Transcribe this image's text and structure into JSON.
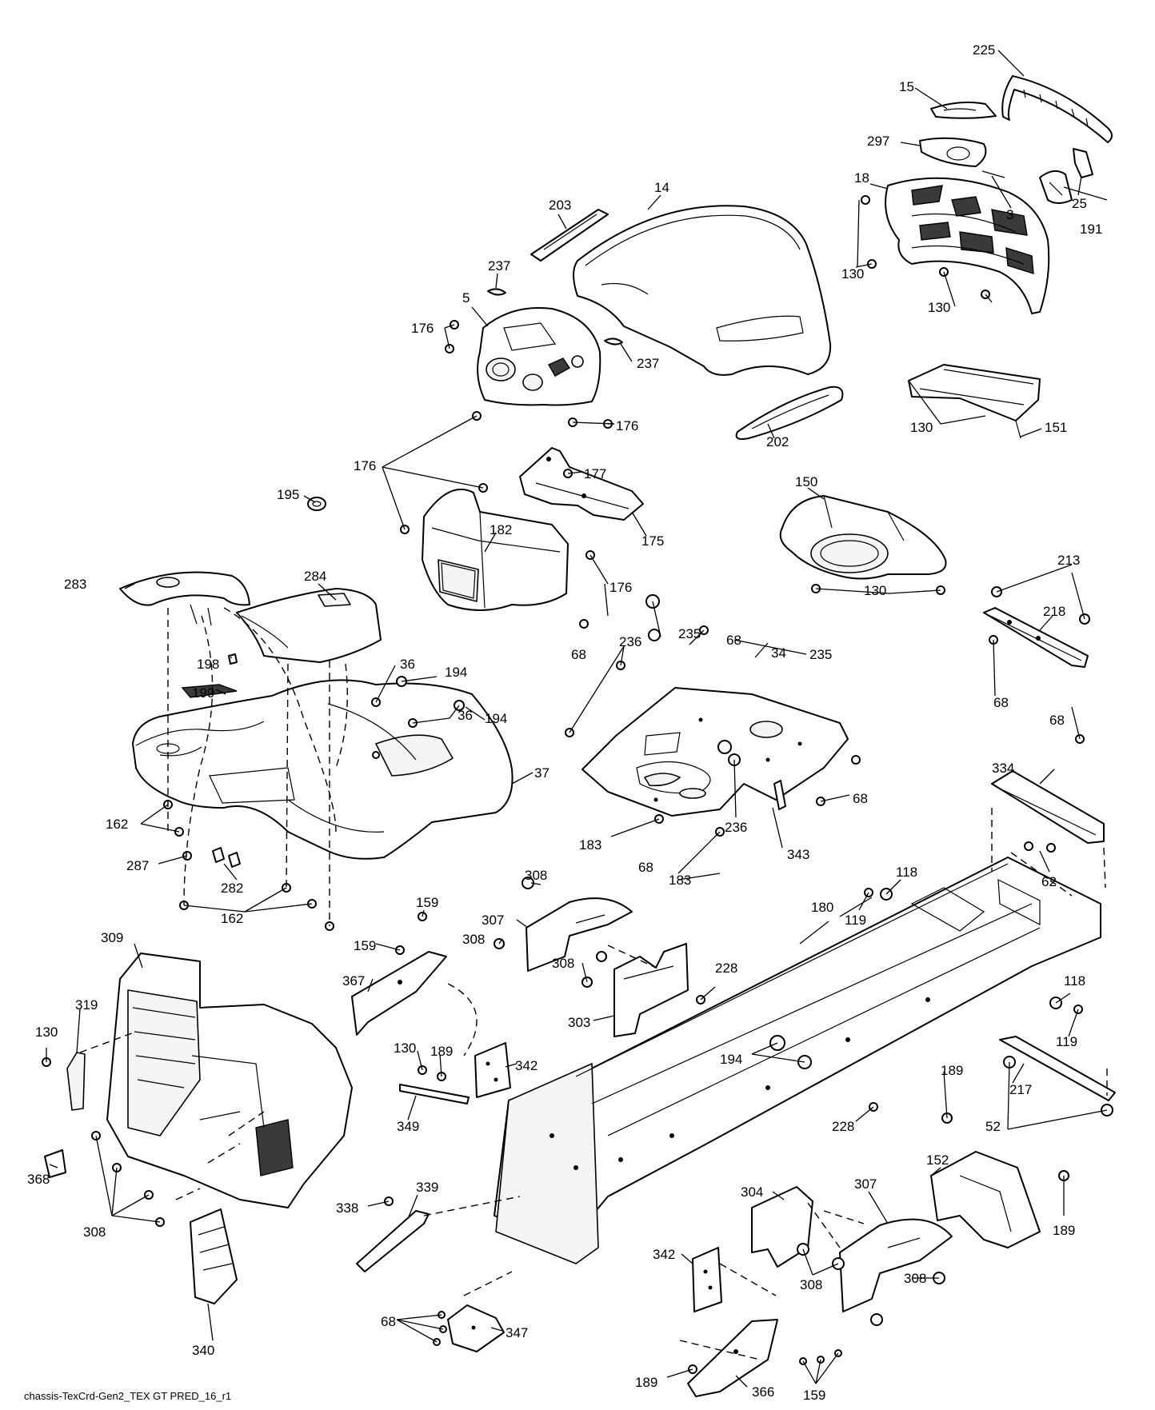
{
  "footer": {
    "caption": "chassis-TexCrd-Gen2_TEX GT PRED_16_r1"
  },
  "callouts": [
    {
      "id": "225",
      "label": "225"
    },
    {
      "id": "15",
      "label": "15"
    },
    {
      "id": "297",
      "label": "297"
    },
    {
      "id": "18",
      "label": "18"
    },
    {
      "id": "3",
      "label": "3"
    },
    {
      "id": "25",
      "label": "25"
    },
    {
      "id": "191",
      "label": "191"
    },
    {
      "id": "130a",
      "label": "130"
    },
    {
      "id": "130b",
      "label": "130"
    },
    {
      "id": "14",
      "label": "14"
    },
    {
      "id": "203",
      "label": "203"
    },
    {
      "id": "237a",
      "label": "237"
    },
    {
      "id": "5",
      "label": "5"
    },
    {
      "id": "176a",
      "label": "176"
    },
    {
      "id": "237b",
      "label": "237"
    },
    {
      "id": "176b",
      "label": "176"
    },
    {
      "id": "202",
      "label": "202"
    },
    {
      "id": "130c",
      "label": "130"
    },
    {
      "id": "151",
      "label": "151"
    },
    {
      "id": "176c",
      "label": "176"
    },
    {
      "id": "177",
      "label": "177"
    },
    {
      "id": "195",
      "label": "195"
    },
    {
      "id": "182",
      "label": "182"
    },
    {
      "id": "175",
      "label": "175"
    },
    {
      "id": "150",
      "label": "150"
    },
    {
      "id": "176d",
      "label": "176"
    },
    {
      "id": "283",
      "label": "283"
    },
    {
      "id": "284",
      "label": "284"
    },
    {
      "id": "213",
      "label": "213"
    },
    {
      "id": "130d",
      "label": "130"
    },
    {
      "id": "218",
      "label": "218"
    },
    {
      "id": "235a",
      "label": "235"
    },
    {
      "id": "236a",
      "label": "236"
    },
    {
      "id": "68a",
      "label": "68"
    },
    {
      "id": "34",
      "label": "34"
    },
    {
      "id": "198",
      "label": "198"
    },
    {
      "id": "36a",
      "label": "36"
    },
    {
      "id": "194a",
      "label": "194"
    },
    {
      "id": "68b",
      "label": "68"
    },
    {
      "id": "235b",
      "label": "235"
    },
    {
      "id": "68c",
      "label": "68"
    },
    {
      "id": "199",
      "label": "199"
    },
    {
      "id": "36b",
      "label": "36"
    },
    {
      "id": "194b",
      "label": "194"
    },
    {
      "id": "68d",
      "label": "68"
    },
    {
      "id": "37",
      "label": "37"
    },
    {
      "id": "68e",
      "label": "68"
    },
    {
      "id": "334",
      "label": "334"
    },
    {
      "id": "162a",
      "label": "162"
    },
    {
      "id": "183a",
      "label": "183"
    },
    {
      "id": "236b",
      "label": "236"
    },
    {
      "id": "343",
      "label": "343"
    },
    {
      "id": "287",
      "label": "287"
    },
    {
      "id": "68f",
      "label": "68"
    },
    {
      "id": "183b",
      "label": "183"
    },
    {
      "id": "62",
      "label": "62"
    },
    {
      "id": "282",
      "label": "282"
    },
    {
      "id": "308a",
      "label": "308"
    },
    {
      "id": "118a",
      "label": "118"
    },
    {
      "id": "180",
      "label": "180"
    },
    {
      "id": "119a",
      "label": "119"
    },
    {
      "id": "162b",
      "label": "162"
    },
    {
      "id": "159a",
      "label": "159"
    },
    {
      "id": "307a",
      "label": "307"
    },
    {
      "id": "309",
      "label": "309"
    },
    {
      "id": "308b",
      "label": "308"
    },
    {
      "id": "159b",
      "label": "159"
    },
    {
      "id": "228a",
      "label": "228"
    },
    {
      "id": "367",
      "label": "367"
    },
    {
      "id": "308c",
      "label": "308"
    },
    {
      "id": "118b",
      "label": "118"
    },
    {
      "id": "319",
      "label": "319"
    },
    {
      "id": "303",
      "label": "303"
    },
    {
      "id": "119b",
      "label": "119"
    },
    {
      "id": "130e",
      "label": "130"
    },
    {
      "id": "194c",
      "label": "194"
    },
    {
      "id": "130f",
      "label": "130"
    },
    {
      "id": "189a",
      "label": "189"
    },
    {
      "id": "342a",
      "label": "342"
    },
    {
      "id": "189b",
      "label": "189"
    },
    {
      "id": "217",
      "label": "217"
    },
    {
      "id": "349",
      "label": "349"
    },
    {
      "id": "52",
      "label": "52"
    },
    {
      "id": "228b",
      "label": "228"
    },
    {
      "id": "152",
      "label": "152"
    },
    {
      "id": "368",
      "label": "368"
    },
    {
      "id": "339",
      "label": "339"
    },
    {
      "id": "304",
      "label": "304"
    },
    {
      "id": "307b",
      "label": "307"
    },
    {
      "id": "338",
      "label": "338"
    },
    {
      "id": "189c",
      "label": "189"
    },
    {
      "id": "308d",
      "label": "308"
    },
    {
      "id": "308e",
      "label": "308"
    },
    {
      "id": "308f",
      "label": "308"
    },
    {
      "id": "68g",
      "label": "68"
    },
    {
      "id": "342b",
      "label": "342"
    },
    {
      "id": "347",
      "label": "347"
    },
    {
      "id": "340",
      "label": "340"
    },
    {
      "id": "189d",
      "label": "189"
    },
    {
      "id": "366",
      "label": "366"
    },
    {
      "id": "159c",
      "label": "159"
    }
  ]
}
